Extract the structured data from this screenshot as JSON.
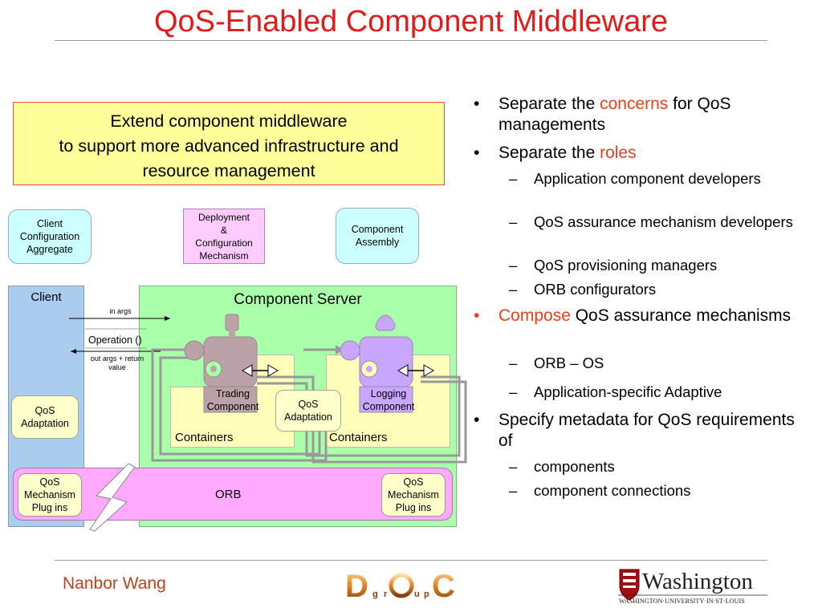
{
  "title": "QoS-Enabled Component Middleware",
  "extend_box": {
    "lines": [
      "Extend component middleware",
      "to support more advanced infrastructure and",
      "resource management"
    ]
  },
  "diagram": {
    "client_config": [
      "Client",
      "Configuration",
      "Aggregate"
    ],
    "deployment": [
      "Deployment",
      "&",
      "Configuration",
      "Mechanism"
    ],
    "component_assembly": [
      "Component",
      "Assembly"
    ],
    "client_label": "Client",
    "component_server_label": "Component Server",
    "in_args": "in args",
    "operation": "Operation ()",
    "out_args": [
      "out args + return",
      "value"
    ],
    "trading_component": [
      "Trading",
      "Component"
    ],
    "logging_component": [
      "Logging",
      "Component"
    ],
    "qos_adaptation": [
      "QoS",
      "Adaptation"
    ],
    "containers_label": "Containers",
    "orb_label": "ORB",
    "qos_mechanism_plugins": [
      "QoS",
      "Mechanism",
      "Plug ins"
    ]
  },
  "bullets": [
    {
      "level": 1,
      "bullet": "•",
      "parts": [
        {
          "t": "Separate the "
        },
        {
          "t": "concerns",
          "red": true
        },
        {
          "t": " for QoS managements"
        }
      ]
    },
    {
      "level": 1,
      "bullet": "•",
      "parts": [
        {
          "t": "Separate the "
        },
        {
          "t": "roles",
          "red": true
        }
      ]
    },
    {
      "level": 2,
      "bullet": "–",
      "text": "Application component developers"
    },
    {
      "level": 2,
      "bullet": "–",
      "text": "QoS assurance mechanism developers"
    },
    {
      "level": 2,
      "bullet": "–",
      "text": "QoS provisioning managers"
    },
    {
      "level": 2,
      "bullet": "–",
      "text": "ORB configurators"
    },
    {
      "level": 1,
      "bullet": "•",
      "red_bullet": true,
      "parts": [
        {
          "t": "Compose",
          "red": true
        },
        {
          "t": " QoS assurance mechanisms"
        }
      ]
    },
    {
      "level": 2,
      "bullet": "–",
      "text": "ORB – OS"
    },
    {
      "level": 2,
      "bullet": "–",
      "text": "Application-specific Adaptive"
    },
    {
      "level": 1,
      "bullet": "•",
      "parts": [
        {
          "t": "Specify metadata for QoS requirements of"
        }
      ]
    },
    {
      "level": 2,
      "bullet": "–",
      "text": "components"
    },
    {
      "level": 2,
      "bullet": "–",
      "text": "component connections"
    }
  ],
  "footer": {
    "author": "Nanbor Wang",
    "doc_logo_letters": [
      "D",
      "g",
      "r",
      "O",
      "u",
      "p",
      "C"
    ],
    "washington_logo": {
      "name": "Washington",
      "subtitle": "WASHINGTON·UNIVERSITY·IN·ST·LOUIS"
    }
  },
  "colors": {
    "title": "#e21a1a",
    "accent_red": "#e8401c",
    "extend_box_bg": "#ffff99",
    "client_bg": "#aaccee",
    "server_bg": "#aaffaa",
    "orb_bg": "#ffaaff",
    "container_bg": "#ffffbb",
    "trading_component": "#bba2a8",
    "logging_component": "#c9a6ff"
  }
}
